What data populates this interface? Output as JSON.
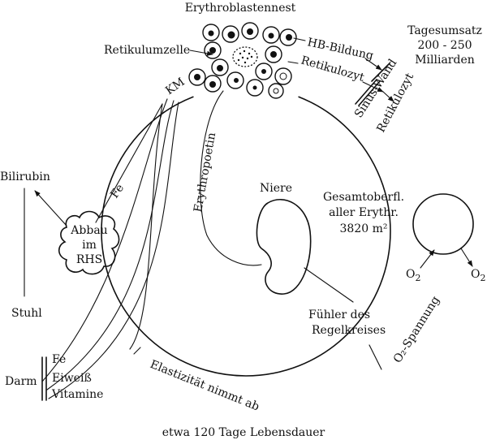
{
  "labels": {
    "erythroblastennest": "Erythroblastennest",
    "retikulumzelle": "Retikulumzelle",
    "hb_bildung": "HB-Bildung",
    "retikulozyt_upper": "Retikulozyt",
    "retikulozyt_lower": "Retikulozyt",
    "sinus_wand": "Sinus-Wand",
    "km": "KM",
    "tagesumsatz_1": "Tagesumsatz",
    "tagesumsatz_2": "200 - 250",
    "tagesumsatz_3": "Milliarden",
    "bilirubin": "Bilirubin",
    "fe_upper": "Fe",
    "abbau_1": "Abbau",
    "abbau_2": "im",
    "abbau_3": "RHS",
    "erythropoetin": "Erythropoetin",
    "niere": "Niere",
    "gesamtoberfl_1": "Gesamtoberfl.",
    "gesamtoberfl_2": "aller Erythr.",
    "gesamtoberfl_3": "3820 m²",
    "o2_in": "O",
    "o2_out": "O",
    "o2_sub": "2",
    "stuhl": "Stuhl",
    "fuehler_1": "Fühler des",
    "fuehler_2": "Regelkreises",
    "o2_spannung": "O₂-Spannung",
    "darm": "Darm",
    "fe_lower": "Fe",
    "eiweiss": "Eiweiß",
    "vitamine": "Vitamine",
    "elastizitaet": "Elastizität nimmt ab",
    "lebensdauer": "etwa 120 Tage Lebensdauer"
  }
}
